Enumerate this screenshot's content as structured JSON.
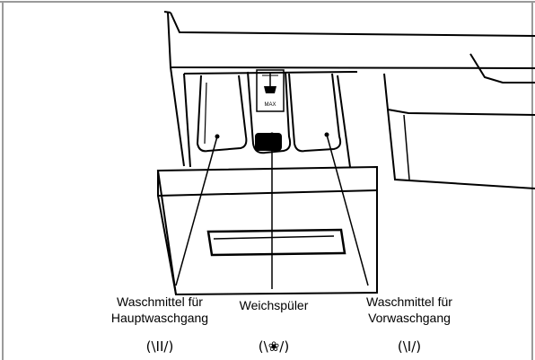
{
  "labels": {
    "main_wash": {
      "line1": "Waschmittel für",
      "line2": "Hauptwaschgang"
    },
    "softener": {
      "line1": "Weichspüler"
    },
    "pre_wash": {
      "line1": "Waschmittel für",
      "line2": "Vorwaschgang"
    }
  },
  "symbols": {
    "main_wash": "(\\II/)",
    "softener": "(\\❀/)",
    "pre_wash": "(\\I/)"
  },
  "insert_mark": "MAX"
}
